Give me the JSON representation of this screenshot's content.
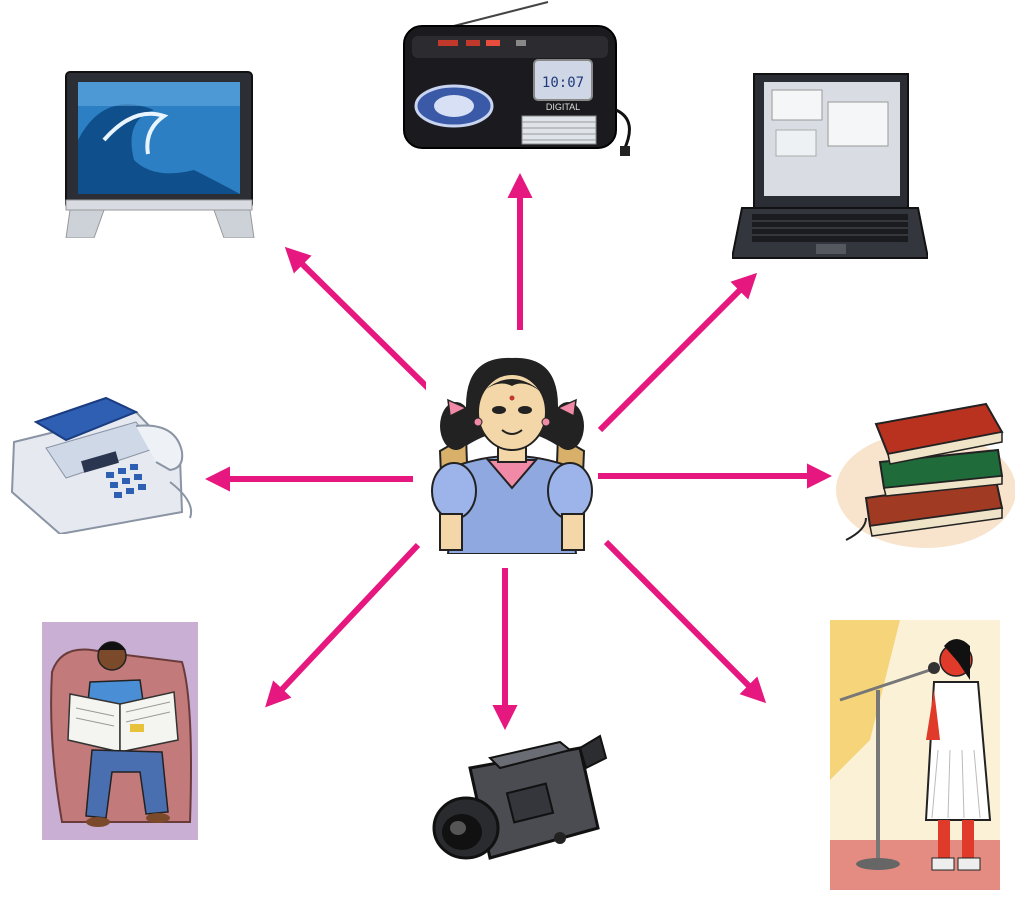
{
  "diagram": {
    "center": {
      "icon": "schoolgirl-icon"
    },
    "arrow_color": "#e6177e",
    "nodes": [
      {
        "id": "radio",
        "icon": "radio-icon",
        "display_text": "DIGITAL",
        "clock_text": "10:07"
      },
      {
        "id": "laptop",
        "icon": "laptop-icon"
      },
      {
        "id": "books",
        "icon": "books-icon"
      },
      {
        "id": "singer",
        "icon": "singing-girl-icon"
      },
      {
        "id": "camcorder",
        "icon": "camcorder-icon"
      },
      {
        "id": "newspaper",
        "icon": "newspaper-reader-icon"
      },
      {
        "id": "fax",
        "icon": "fax-machine-icon"
      },
      {
        "id": "television",
        "icon": "television-icon"
      }
    ]
  }
}
